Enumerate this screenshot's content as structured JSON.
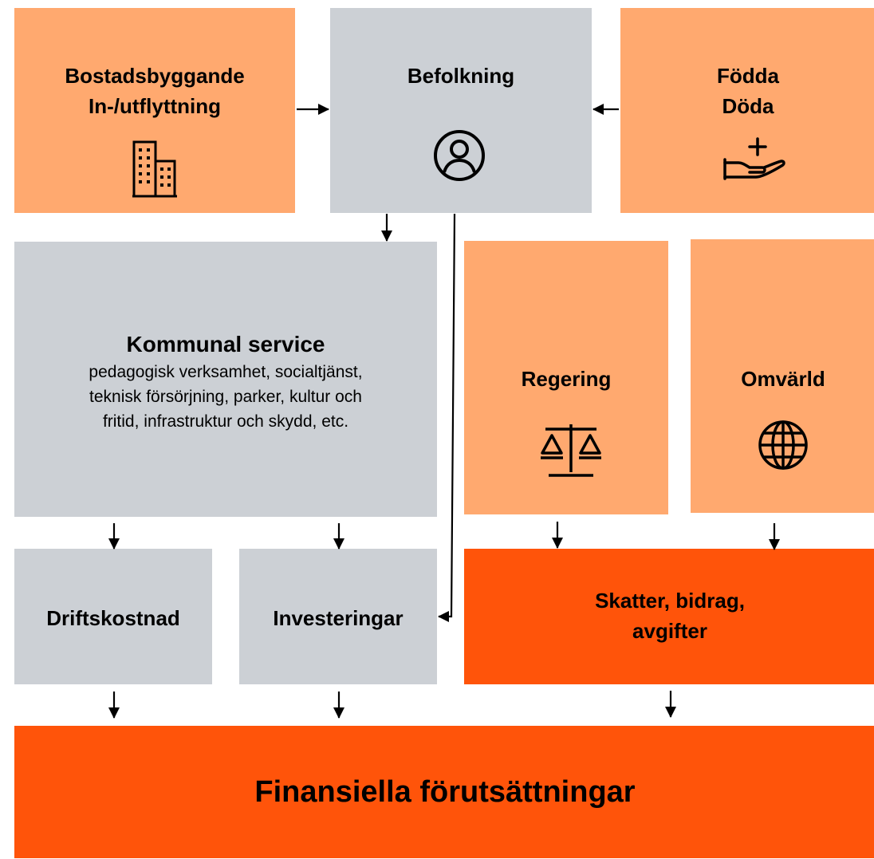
{
  "nodes": {
    "housing": {
      "lines": [
        "Bostadsbyggande",
        "In-/utflyttning"
      ],
      "icon": "building-icon"
    },
    "population": {
      "lines": [
        "Befolkning"
      ],
      "icon": "person-circle-icon"
    },
    "births": {
      "lines": [
        "Födda",
        "Döda"
      ],
      "icon": "hand-plus-icon"
    },
    "services": {
      "title": "Kommunal service",
      "detail": [
        "pedagogisk verksamhet, socialtjänst,",
        "teknisk försörjning, parker, kultur och",
        "fritid, infrastruktur och skydd, etc."
      ]
    },
    "government": {
      "lines": [
        "Regering"
      ],
      "icon": "scales-icon"
    },
    "environment": {
      "lines": [
        "Omvärld"
      ],
      "icon": "globe-icon"
    },
    "operating_cost": {
      "lines": [
        "Driftskostnad"
      ]
    },
    "investments": {
      "lines": [
        "Investeringar"
      ]
    },
    "taxes": {
      "lines": [
        "Skatter, bidrag,",
        "avgifter"
      ]
    },
    "finance": {
      "lines": [
        "Finansiella förutsättningar"
      ]
    }
  },
  "colors": {
    "light_orange": "#ffa96f",
    "grey": "#ccd0d5",
    "deep_orange": "#ff540a",
    "arrow": "#000000"
  }
}
